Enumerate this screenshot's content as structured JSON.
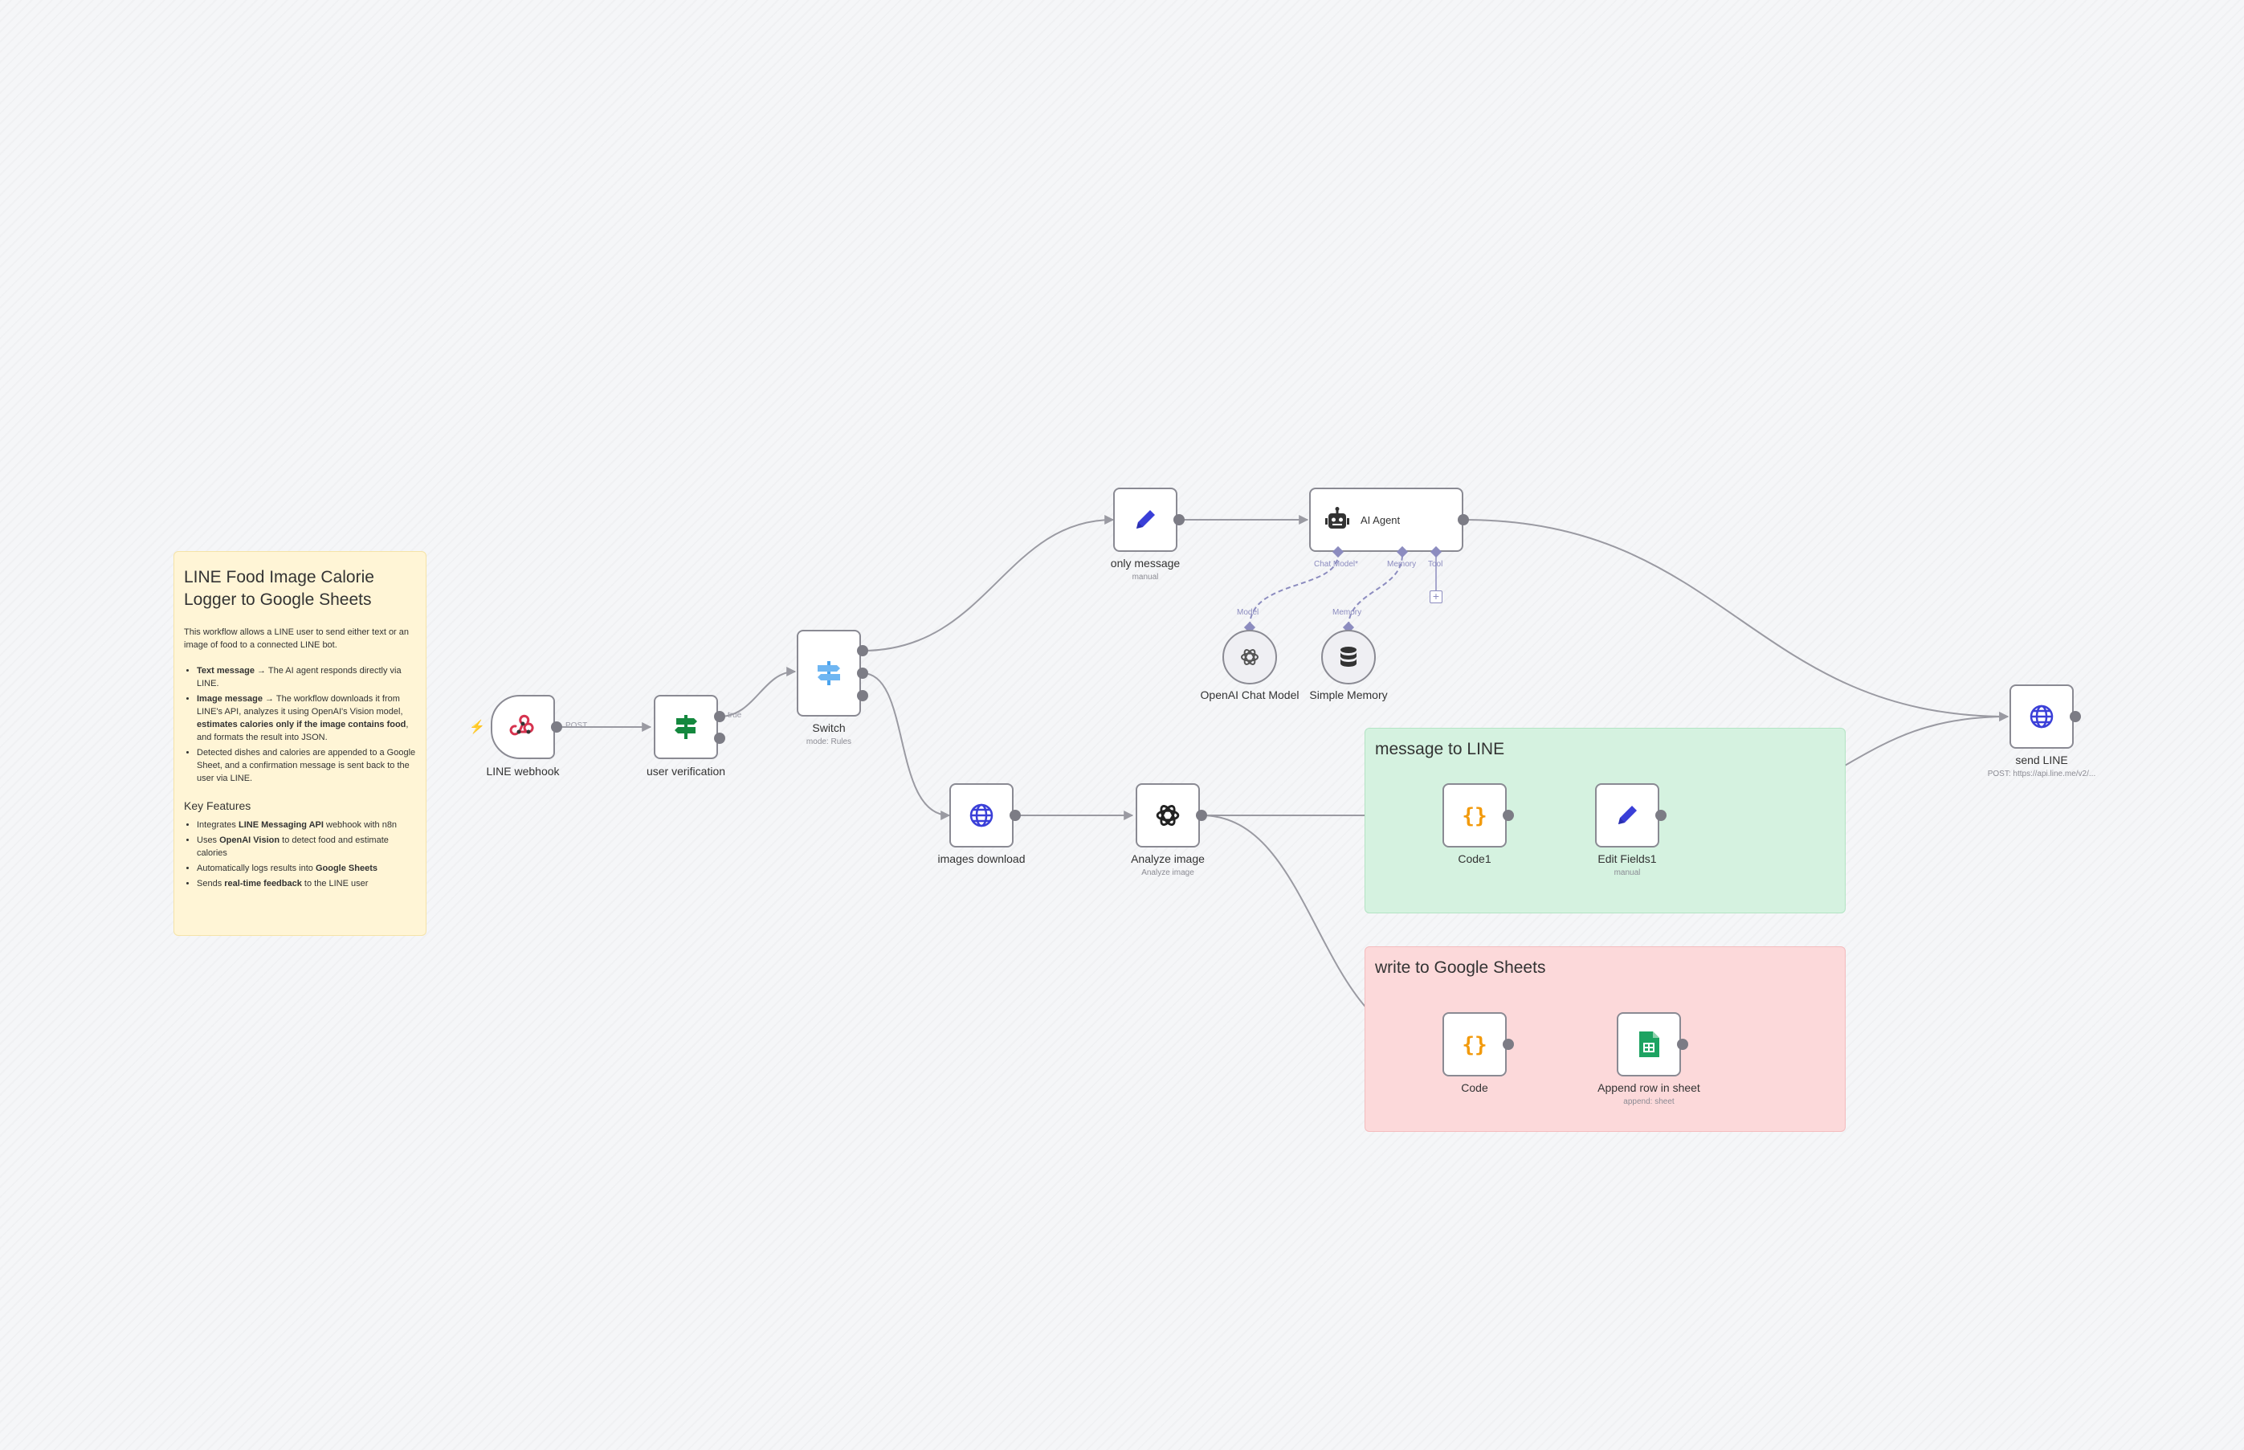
{
  "sticky_note": {
    "title": "LINE Food Image Calorie Logger to Google Sheets",
    "intro": "This workflow allows a LINE user to send either text or an image of food to a connected LINE bot.",
    "bullets": [
      {
        "b1": "Text message",
        "t1": " → The AI agent responds directly via LINE."
      },
      {
        "b1": "Image message",
        "t1": " → The workflow downloads it from LINE's API, analyzes it using OpenAI's Vision model, ",
        "b2": "estimates calories only if the image contains food",
        "t2": ", and formats the result into JSON."
      },
      {
        "t1": "Detected dishes and calories are appended to a Google Sheet, and a confirmation message is sent back to the user via LINE."
      }
    ],
    "features_title": "Key Features",
    "features": [
      {
        "t1": "Integrates ",
        "b1": "LINE Messaging API",
        "t2": " webhook with n8n"
      },
      {
        "t1": "Uses ",
        "b1": "OpenAI Vision",
        "t2": " to detect food and estimate calories"
      },
      {
        "t1": "Automatically logs results into ",
        "b1": "Google Sheets",
        "t2": ""
      },
      {
        "t1": "Sends ",
        "b1": "real-time feedback",
        "t2": " to the LINE user"
      }
    ]
  },
  "groups": {
    "green_title": "message to LINE",
    "red_title": "write to Google Sheets"
  },
  "nodes": {
    "line_webhook": {
      "label": "LINE webhook",
      "icon": "webhook-icon"
    },
    "user_verification": {
      "label": "user verification",
      "icon": "signpost-icon"
    },
    "switch": {
      "label": "Switch",
      "sublabel": "mode: Rules",
      "icon": "switch-icon"
    },
    "only_message": {
      "label": "only message",
      "sublabel": "manual",
      "icon": "pencil-icon"
    },
    "ai_agent": {
      "label": "AI Agent",
      "icon": "robot-icon"
    },
    "openai_chat_model": {
      "label": "OpenAI Chat Model",
      "icon": "openai-icon"
    },
    "simple_memory": {
      "label": "Simple Memory",
      "icon": "database-icon"
    },
    "images_download": {
      "label": "images download",
      "icon": "globe-icon"
    },
    "analyze_image": {
      "label": "Analyze image",
      "sublabel": "Analyze image",
      "icon": "openai-icon"
    },
    "code1": {
      "label": "Code1",
      "icon": "code-braces-icon"
    },
    "edit_fields1": {
      "label": "Edit Fields1",
      "sublabel": "manual",
      "icon": "pencil-icon"
    },
    "code": {
      "label": "Code",
      "icon": "code-braces-icon"
    },
    "append_row": {
      "label": "Append row in sheet",
      "sublabel": "append: sheet",
      "icon": "google-sheets-icon"
    },
    "send_line": {
      "label": "send LINE",
      "sublabel": "POST: https://api.line.me/v2/...",
      "icon": "globe-icon"
    }
  },
  "connection_labels": {
    "post": "POST",
    "true": "true",
    "chat_model": "Chat Model*",
    "memory": "Memory",
    "tool": "Tool",
    "model": "Model",
    "memory_in": "Memory"
  },
  "colors": {
    "sticky_yellow": "#fff5d6",
    "group_green": "#d5f2e0",
    "group_red": "#fcd9da",
    "node_border": "#8a8a93",
    "ai_connection": "#8c8cbf",
    "edge": "#9a9aa2"
  }
}
